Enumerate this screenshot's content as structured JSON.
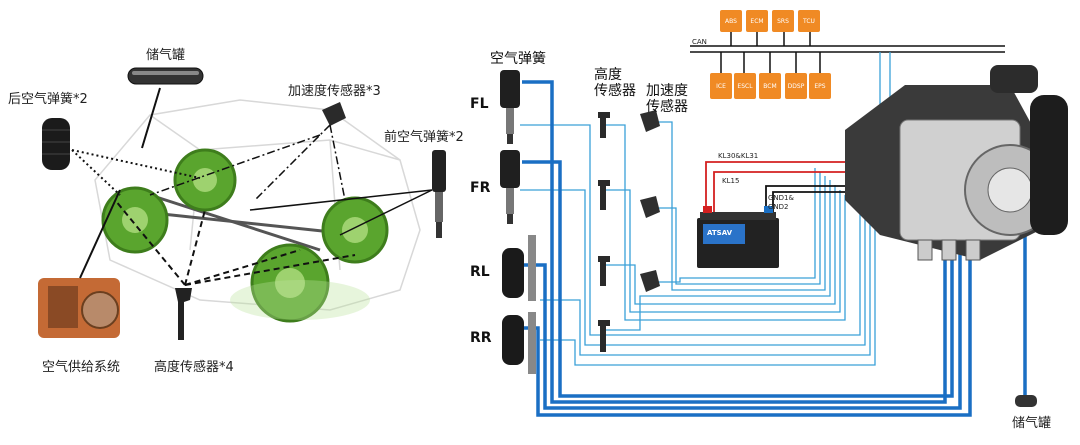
{
  "left": {
    "storage_tank": "储气罐",
    "rear_air_spring": "后空气弹簧*2",
    "accel_sensor": "加速度传感器*3",
    "front_air_spring": "前空气弹簧*2",
    "air_supply": "空气供给系统",
    "height_sensor": "高度传感器*4"
  },
  "right": {
    "col_air_spring": "空气弹簧",
    "col_height_sensor_1": "高度",
    "col_height_sensor_2": "传感器",
    "col_accel_1": "加速度",
    "col_accel_2": "传感器",
    "corners": [
      "FL",
      "FR",
      "RL",
      "RR"
    ],
    "bus_label": "CAN",
    "ecus_top": [
      "ABS",
      "ECM",
      "SRS",
      "TCU"
    ],
    "ecus_bottom": [
      "ICE",
      "ESCL",
      "BCM",
      "DDSP",
      "EPS"
    ],
    "kl30": "KL30&KL31",
    "kl15": "KL15",
    "gnd": "GND1&\nGND2",
    "gnd_1": "GND1&",
    "gnd_2": "GND2",
    "battery_brand": "ATSAV",
    "storage_tank": "储气罐"
  },
  "colors": {
    "accent_blue": "#1a6fc4",
    "thin_blue": "#3aa0d8",
    "ecu_orange": "#f08a24",
    "car_green": "#6cbf3a",
    "power_red": "#d42020"
  }
}
